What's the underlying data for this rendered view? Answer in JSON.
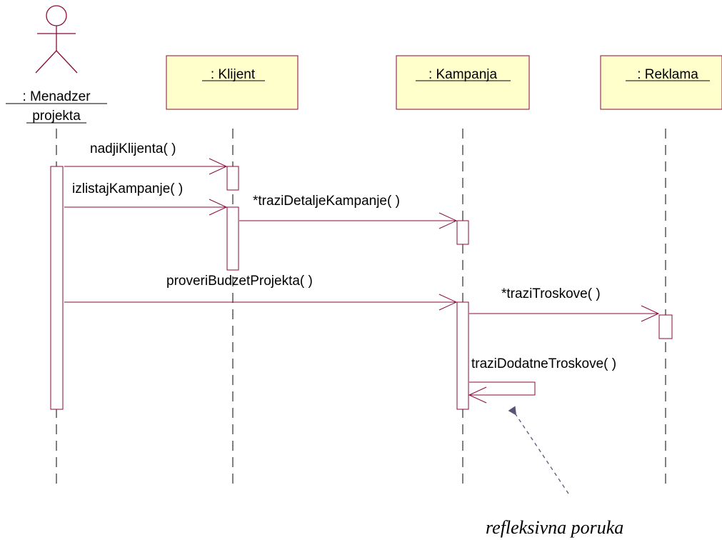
{
  "diagram": {
    "actor": {
      "line1": ": Menadzer",
      "line2": "projekta"
    },
    "objects": [
      {
        "id": "klijent",
        "label": ": Klijent"
      },
      {
        "id": "kampanja",
        "label": ": Kampanja"
      },
      {
        "id": "reklama",
        "label": ": Reklama"
      }
    ],
    "messages": [
      {
        "id": "m1",
        "label": "nadjiKlijenta( )"
      },
      {
        "id": "m2",
        "label": "izlistajKampanje( )"
      },
      {
        "id": "m3",
        "label": "*traziDetaljeKampanje( )"
      },
      {
        "id": "m4",
        "label": "proveriBudzetProjekta( )"
      },
      {
        "id": "m5",
        "label": "*traziTroskove( )"
      },
      {
        "id": "m6",
        "label": "traziDodatneTroskove( )"
      }
    ],
    "annotation": {
      "text": "refleksivna poruka"
    },
    "colors": {
      "line": "#8b0a3c",
      "box_fill": "#ffffcc",
      "box_border": "#8b0a3c",
      "lifeline": "#000000",
      "note_arrow": "#555577"
    }
  }
}
